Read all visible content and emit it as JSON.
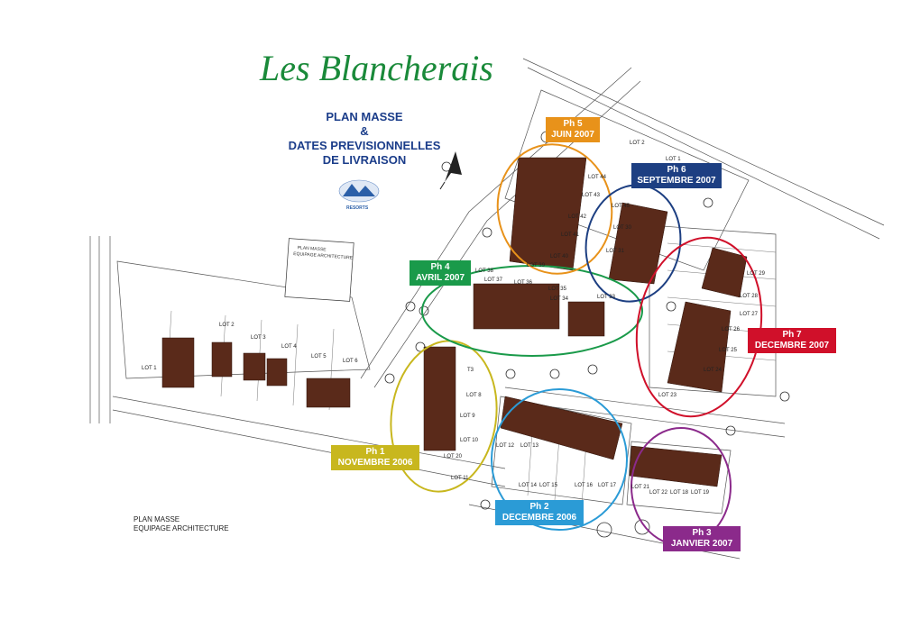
{
  "header": {
    "title": "Les Blancherais",
    "subtitle_lines": [
      "PLAN MASSE",
      "&",
      "DATES PREVISIONNELLES",
      "DE LIVRAISON"
    ],
    "logo_text": "RESORTS"
  },
  "legend_box": {
    "title": "PLAN MASSE",
    "subtitle": "EQUIPAGE ARCHITECTURE"
  },
  "footer": {
    "line1": "PLAN MASSE",
    "line2": "EQUIPAGE ARCHITECTURE"
  },
  "phases": [
    {
      "phase": "Ph 1",
      "date": "NOVEMBRE 2006",
      "color": "#c8b71e"
    },
    {
      "phase": "Ph 2",
      "date": "DECEMBRE 2006",
      "color": "#2b9bd6"
    },
    {
      "phase": "Ph 3",
      "date": "JANVIER 2007",
      "color": "#8b2a8b"
    },
    {
      "phase": "Ph 4",
      "date": "AVRIL 2007",
      "color": "#1a9a4a"
    },
    {
      "phase": "Ph 5",
      "date": "JUIN 2007",
      "color": "#e8921a"
    },
    {
      "phase": "Ph 6",
      "date": "SEPTEMBRE 2007",
      "color": "#1d3f82"
    },
    {
      "phase": "Ph 7",
      "date": "DECEMBRE 2007",
      "color": "#d0102a"
    }
  ],
  "lots": [
    "LOT 1",
    "LOT 2",
    "LOT 3",
    "LOT 4",
    "LOT 5",
    "LOT 6",
    "LOT 8",
    "LOT 9",
    "LOT 10",
    "LOT 11",
    "LOT 12",
    "LOT 13",
    "LOT 14",
    "LOT 15",
    "LOT 16",
    "LOT 17",
    "LOT 18",
    "LOT 19",
    "LOT 20",
    "LOT 21",
    "LOT 22",
    "LOT 23",
    "LOT 24",
    "LOT 25",
    "LOT 26",
    "LOT 27",
    "LOT 28",
    "LOT 29",
    "LOT 30",
    "LOT 31",
    "LOT 33",
    "LOT 34",
    "LOT 35",
    "LOT 36",
    "LOT 37",
    "LOT 38",
    "LOT 39",
    "LOT 40",
    "LOT 41",
    "LOT 42",
    "LOT 43",
    "LOT 44",
    "LOT 45",
    "LOT 2",
    "LOT 1",
    "T3"
  ]
}
